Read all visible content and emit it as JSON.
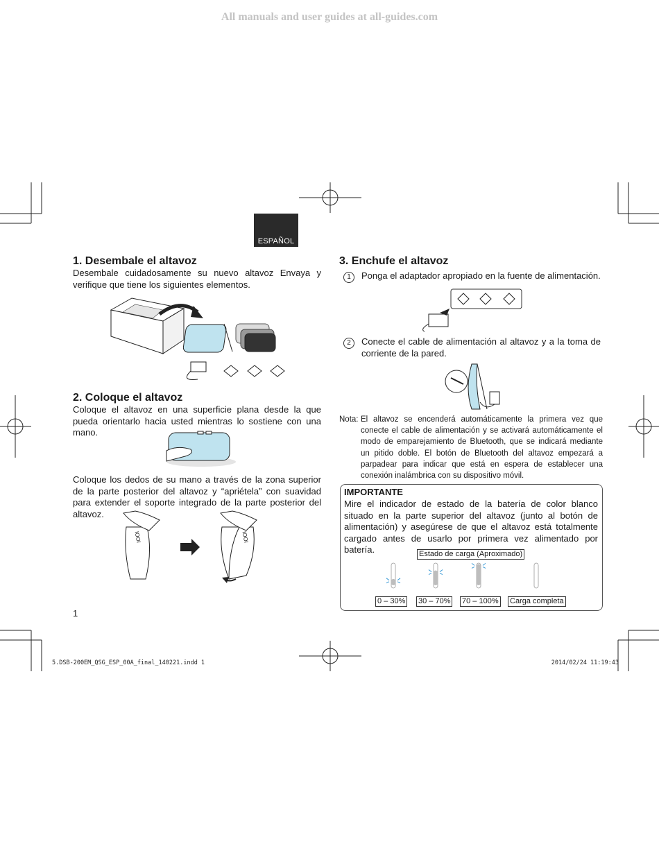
{
  "watermark": "All manuals and user guides at all-guides.com",
  "language_tab": "ESPAÑOL",
  "section1": {
    "title": "1. Desembale el altavoz",
    "body": "Desembale cuidadosamente su nuevo altavoz Envaya y verifique que tiene los siguientes elementos."
  },
  "section2": {
    "title": "2. Coloque el altavoz",
    "body1": "Coloque el altavoz en una superficie plana desde la que pueda orientarlo hacia usted mientras lo sostiene con una mano.",
    "body2": "Coloque los dedos de su mano a través de la zona superior de la parte posterior del altavoz y “apriétela” con suavidad para extender el soporte integrado de la parte posterior del altavoz.",
    "device_label": "IOOI"
  },
  "section3": {
    "title": "3. Enchufe el altavoz",
    "step1_num": "1",
    "step1": "Ponga el adaptador apropiado en la fuente de alimentación.",
    "step2_num": "2",
    "step2": "Conecte el cable de alimentación al altavoz y a la toma de corriente de la pared.",
    "note_label": "Nota:",
    "note": "El altavoz se encenderá automáticamente la primera vez que conecte el cable de alimentación y se activará automáticamente el modo de emparejamiento de Bluetooth, que se indicará mediante un pitido doble. El botón de Bluetooth del altavoz empezará a parpadear para indicar que está en espera de establecer una conexión inalámbrica con su dispositivo móvil."
  },
  "important": {
    "title": "IMPORTANTE",
    "body": "Mire el indicador de estado de la batería de color blanco situado en la parte superior del altavoz (junto al botón de alimentación) y asegúrese de que el altavoz está totalmente cargado antes de usarlo por primera vez alimentado por batería.",
    "chart_label": "Estado de carga (Aproximado)",
    "levels": [
      {
        "label": "0 – 30%",
        "fill": 0.3
      },
      {
        "label": "30 – 70%",
        "fill": 0.7
      },
      {
        "label": "70 – 100%",
        "fill": 1.0
      },
      {
        "label": "Carga completa",
        "fill": 1.0
      }
    ]
  },
  "page_number": "1",
  "footer": {
    "file": "5.DSB-200EM_QSG_ESP_00A_final_140221.indd   1",
    "date": "2014/02/24    11:19:43"
  },
  "colors": {
    "accent_blue": "#bfe3ef",
    "tab_bg": "#2a2a2a",
    "indicator_blue": "#3a9ad6"
  }
}
